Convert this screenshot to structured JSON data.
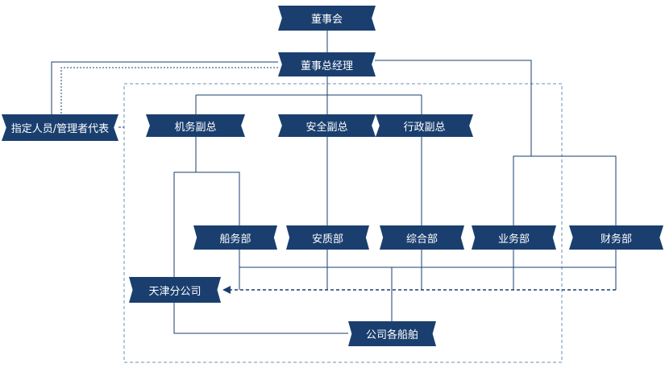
{
  "colors": {
    "node_fill": "#1a3f6f",
    "node_text": "#ffffff",
    "line": "#1a3f6f",
    "dashed_frame": "#6f8fb3"
  },
  "nodes": {
    "board": "董事会",
    "gm": "董事总经理",
    "designated": "指定人员/管理者代表",
    "vp_engine": "机务副总",
    "vp_safety": "安全副总",
    "vp_admin": "行政副总",
    "dept_ship": "船务部",
    "dept_quality": "安质部",
    "dept_general": "综合部",
    "dept_business": "业务部",
    "dept_finance": "财务部",
    "tianjin_branch": "天津分公司",
    "company_ships": "公司各船舶"
  }
}
